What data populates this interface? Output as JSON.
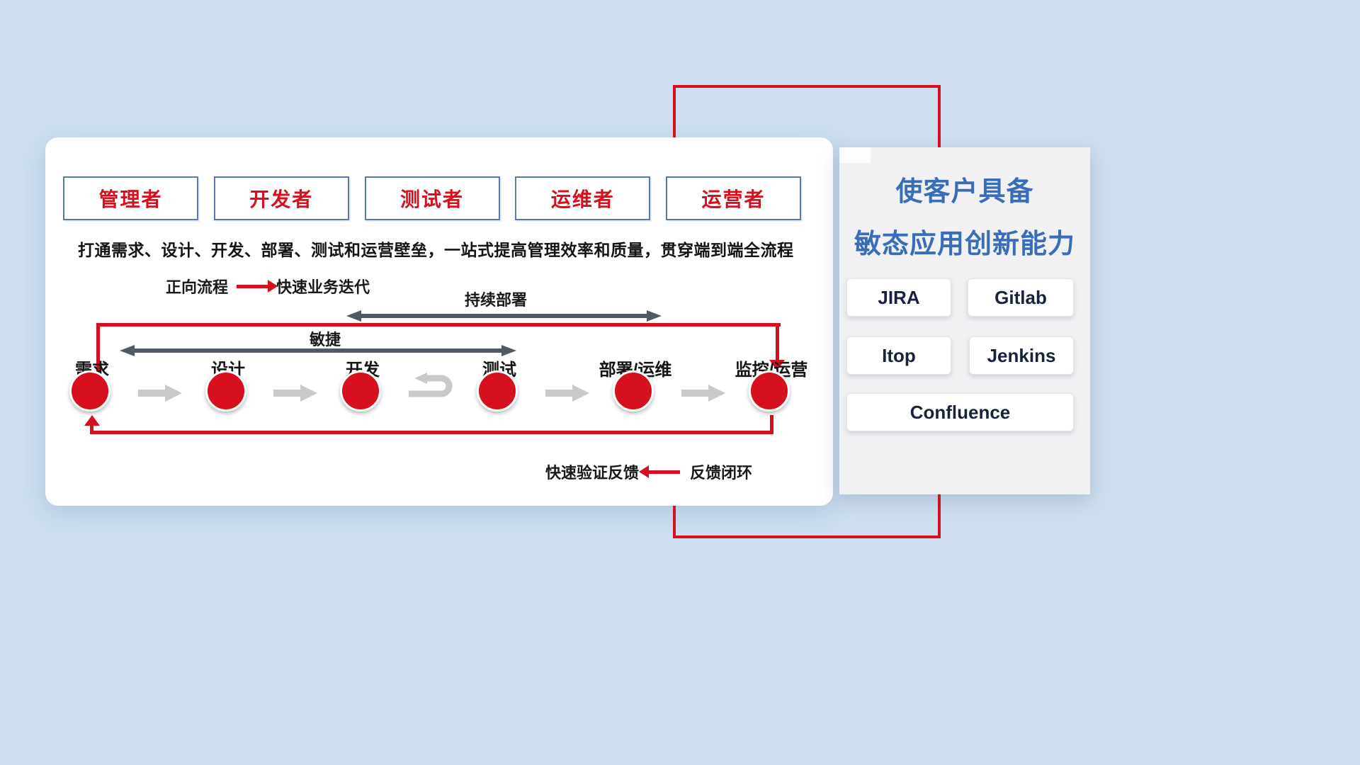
{
  "colors": {
    "accent_red": "#d6101e",
    "title_blue": "#3a6db8",
    "span_arrow_gray": "#4e5b66",
    "flow_arrow_gray": "#c9c9cb"
  },
  "roles": [
    "管理者",
    "开发者",
    "测试者",
    "运维者",
    "运营者"
  ],
  "description": "打通需求、设计、开发、部署、测试和运营壁垒，一站式提高管理效率和质量，贯穿端到端全流程",
  "legend_forward": {
    "label": "正向流程",
    "value": "快速业务迭代"
  },
  "span_arrows": {
    "continuous_deploy": "持续部署",
    "agile": "敏捷"
  },
  "stages": [
    "需求",
    "设计",
    "开发",
    "测试",
    "部署/运维",
    "监控/运营"
  ],
  "feedback": {
    "value": "快速验证反馈",
    "label": "反馈闭环"
  },
  "panel": {
    "title_line1": "使客户具备",
    "title_line2": "敏态应用创新能力",
    "tools": [
      "JIRA",
      "Gitlab",
      "Itop",
      "Jenkins",
      "Confluence"
    ]
  }
}
